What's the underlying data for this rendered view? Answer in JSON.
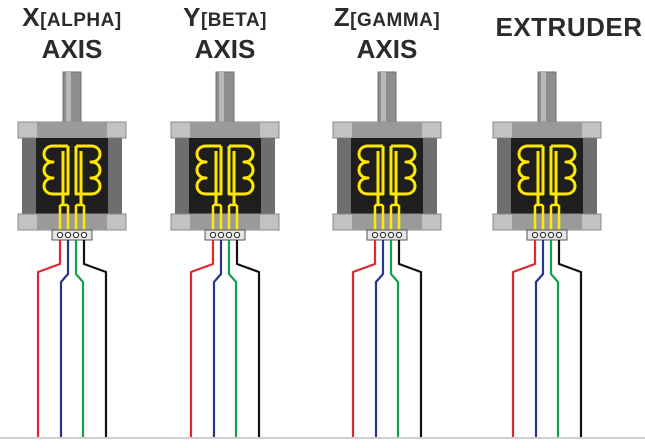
{
  "motors": [
    {
      "id": "x",
      "title_main": "X",
      "title_sub": "[ALPHA]",
      "title_line2": "AXIS"
    },
    {
      "id": "y",
      "title_main": "Y",
      "title_sub": "[BETA]",
      "title_line2": "AXIS"
    },
    {
      "id": "z",
      "title_main": "Z",
      "title_sub": "[GAMMA]",
      "title_line2": "AXIS"
    },
    {
      "id": "e",
      "title_main": "EXTRUDER",
      "title_sub": "",
      "title_line2": ""
    }
  ],
  "colors": {
    "wire_red": "#e0262e",
    "wire_blue": "#27338e",
    "wire_green": "#12a14a",
    "wire_black": "#111111",
    "coil": "#ffe800",
    "body_dark": "#1e1e1e",
    "frame_gray": "#c2c2c2",
    "shaft_gray": "#8e8e8e"
  }
}
